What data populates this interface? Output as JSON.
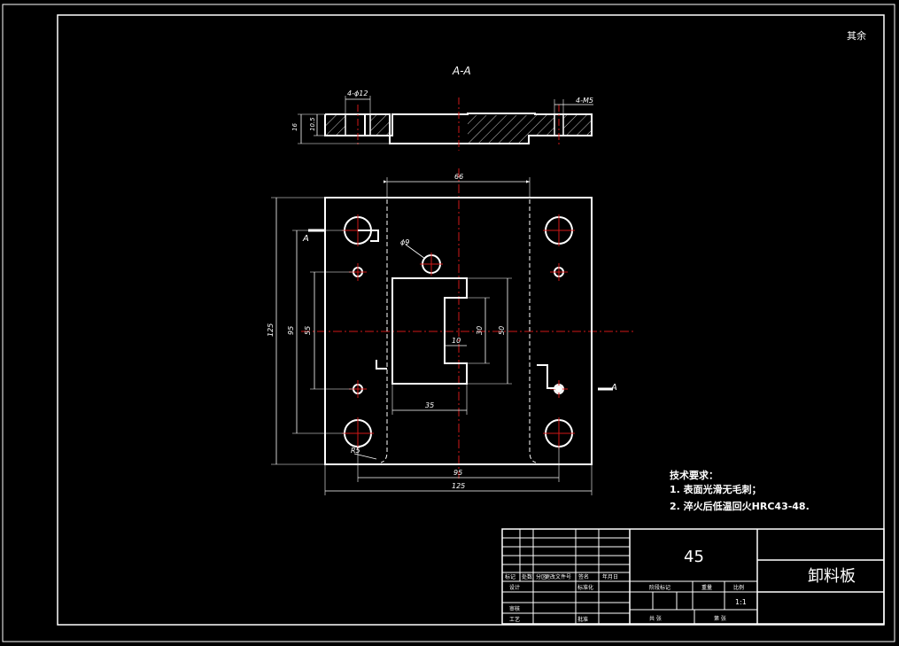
{
  "corner_mark": "其余",
  "section_title": "A-A",
  "section": {
    "hole_label_left": "4-ϕ12",
    "hole_label_right": "4-M5",
    "dim_height_outer": "16",
    "dim_height_inner": "10.5"
  },
  "plan": {
    "dim_top": "66",
    "dim_hole_dia": "ϕ9",
    "dim_left_outer": "125",
    "dim_left_mid": "95",
    "dim_left_inner": "55",
    "dim_slot_w": "10",
    "dim_slot_h": "30",
    "dim_window_h": "50",
    "dim_window_w": "35",
    "dim_radius": "R5",
    "dim_bottom_inner": "95",
    "dim_bottom_outer": "125",
    "section_mark_left": "A",
    "section_mark_right": "A"
  },
  "tech": {
    "title": "技术要求：",
    "line1": "1. 表面光滑无毛刺；",
    "line2": "2. 淬火后低温回火HRC43-48."
  },
  "title_block": {
    "material": "45",
    "part_name": "卸料板",
    "row_labels": [
      "标记",
      "处数",
      "分区",
      "更改文件号",
      "签名",
      "年月日"
    ],
    "design_label": "设计",
    "standard_label": "标准化",
    "check_label": "审核",
    "process_label": "工艺",
    "approve_label": "批准",
    "stage_label": "阶段标记",
    "weight_label": "重量",
    "scale_label": "比例",
    "scale_value": "1:1",
    "sheets_label": "共  张",
    "sheet_label": "第  张"
  }
}
